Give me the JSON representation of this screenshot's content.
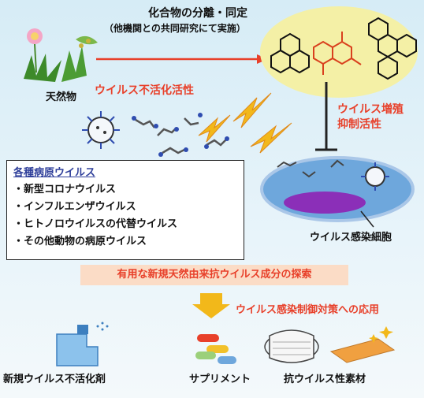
{
  "header": {
    "title": "化合物の分離・同定",
    "subtitle": "（他機関との共同研究にて実施）"
  },
  "labels": {
    "natural": "天然物",
    "inactivation": "ウイルス不活化活性",
    "growth_line1": "ウイルス増殖",
    "growth_line2": "抑制活性",
    "infected_cell": "ウイルス感染細胞",
    "search_banner": "有用な新規天然由来抗ウイルス成分の探索",
    "application": "ウイルス感染制御対策への応用"
  },
  "virus_box": {
    "heading": "各種病原ウイルス",
    "items": [
      "・新型コロナウイルス",
      "・インフルエンザウイルス",
      "・ヒトノロウイルスの代替ウイルス",
      "・その他動物の病原ウイルス"
    ]
  },
  "bottom": {
    "disinfectant": "新規ウイルス不活化剤",
    "supplement": "サプリメント",
    "material": "抗ウイルス性素材"
  },
  "colors": {
    "red": "#e8402a",
    "box_heading": "#2f3f9a",
    "banner_bg": "#fbdcc6",
    "arrow_yellow": "#f2b81a",
    "cell_blue": "#6ea7dc",
    "nucleus_purple": "#8b2fb8",
    "molecule_oval": "#f4f0a6"
  }
}
